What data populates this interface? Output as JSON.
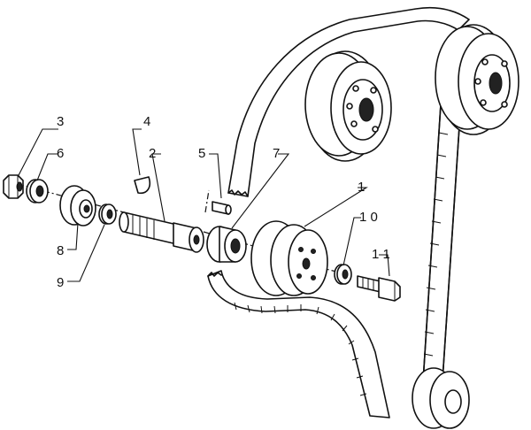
{
  "callouts": [
    {
      "id": "1",
      "label": "1"
    },
    {
      "id": "2",
      "label": "2"
    },
    {
      "id": "3",
      "label": "3"
    },
    {
      "id": "4",
      "label": "4"
    },
    {
      "id": "5",
      "label": "5"
    },
    {
      "id": "6",
      "label": "6"
    },
    {
      "id": "7",
      "label": "7"
    },
    {
      "id": "8",
      "label": "8"
    },
    {
      "id": "9",
      "label": "9"
    },
    {
      "id": "10",
      "label": "1 0"
    },
    {
      "id": "11",
      "label": "1 1"
    }
  ]
}
